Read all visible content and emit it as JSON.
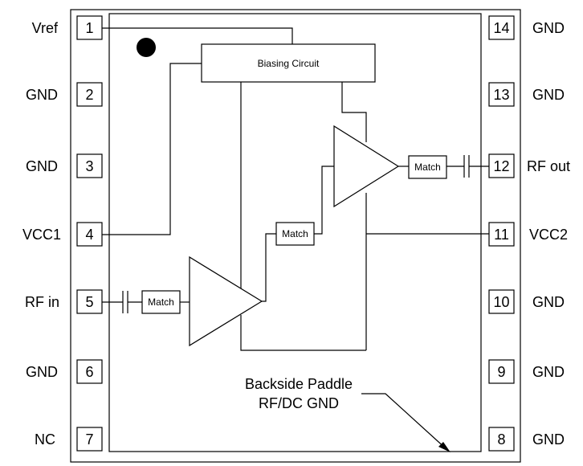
{
  "pins_left": [
    {
      "number": "1",
      "name": "Vref"
    },
    {
      "number": "2",
      "name": "GND"
    },
    {
      "number": "3",
      "name": "GND"
    },
    {
      "number": "4",
      "name": "VCC1"
    },
    {
      "number": "5",
      "name": "RF in"
    },
    {
      "number": "6",
      "name": "GND"
    },
    {
      "number": "7",
      "name": "NC"
    }
  ],
  "pins_right": [
    {
      "number": "14",
      "name": "GND"
    },
    {
      "number": "13",
      "name": "GND"
    },
    {
      "number": "12",
      "name": "RF out"
    },
    {
      "number": "11",
      "name": "VCC2"
    },
    {
      "number": "10",
      "name": "GND"
    },
    {
      "number": "9",
      "name": "GND"
    },
    {
      "number": "8",
      "name": "GND"
    }
  ],
  "blocks": {
    "biasing": "Biasing Circuit",
    "match_in": "Match",
    "match_inter": "Match",
    "match_out": "Match"
  },
  "paddle": {
    "line1": "Backside Paddle",
    "line2": "RF/DC GND"
  }
}
